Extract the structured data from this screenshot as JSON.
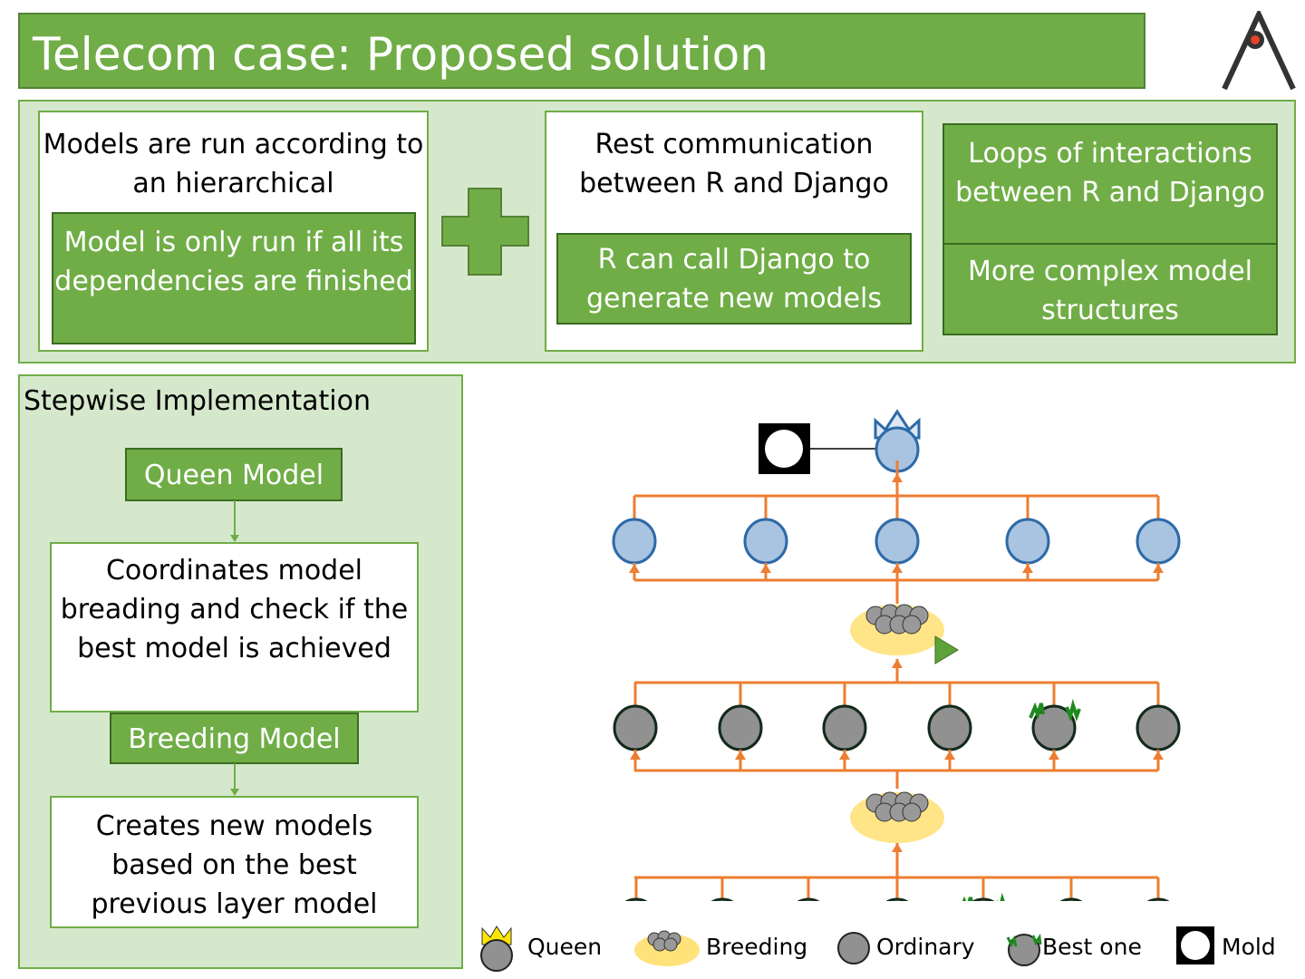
{
  "title": "Telecom case: Proposed solution",
  "top_panel": {
    "box1": {
      "text": "Models are run according to an hierarchical",
      "overlay": "Model is only run if all its dependencies are finished"
    },
    "plus_icon": "plus-icon",
    "box2": {
      "text": "Rest communication between R and Django",
      "overlay": "R can call Django to generate new models"
    },
    "box3": {
      "text": "Loops of interactions between R and Django",
      "overlay": "More complex model structures"
    }
  },
  "stepwise": {
    "heading": "Stepwise Implementation",
    "queen_label": "Queen Model",
    "queen_desc": "Coordinates model breading and check if the best model is achieved",
    "breeding_label": "Breeding Model",
    "breeding_desc": "Creates new models based on the best previous layer model"
  },
  "legend": [
    {
      "icon": "queen-icon",
      "label": "Queen"
    },
    {
      "icon": "breeding-nest-icon",
      "label": "Breeding"
    },
    {
      "icon": "ordinary-egg-icon",
      "label": "Ordinary"
    },
    {
      "icon": "best-egg-icon",
      "label": "Best one"
    },
    {
      "icon": "mold-icon",
      "label": "Mold"
    }
  ],
  "colors": {
    "green": "#70ad47",
    "light_green": "#d5e8cc",
    "orange": "#ed7d31",
    "blue_node": "#a9c4e0",
    "grey_node": "#919191"
  }
}
